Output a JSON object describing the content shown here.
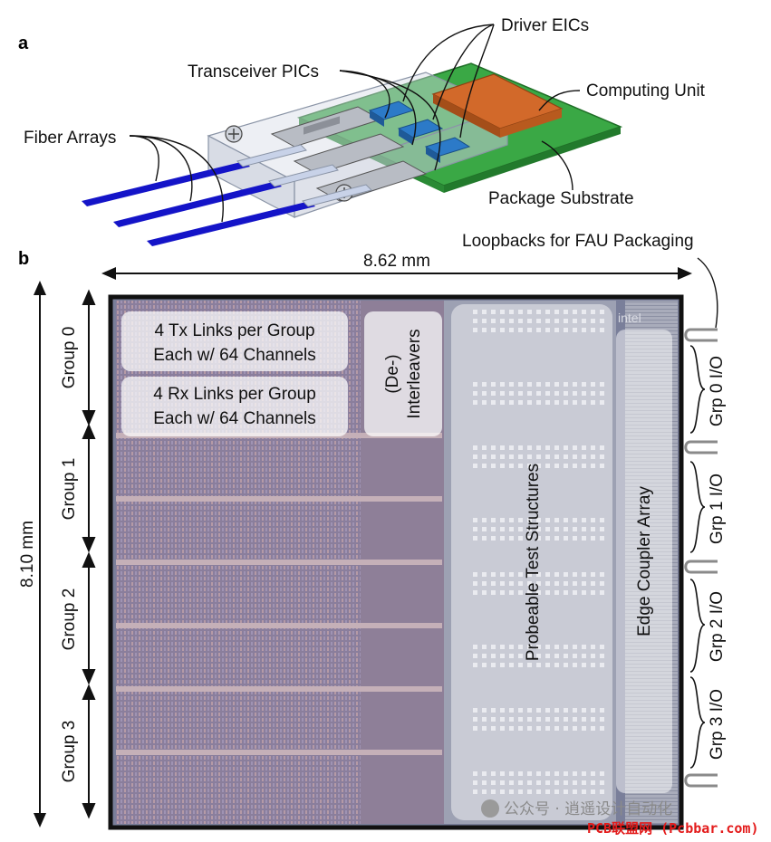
{
  "panels": {
    "a": "a",
    "b": "b"
  },
  "labels_a": {
    "driver_eics": "Driver EICs",
    "transceiver_pics": "Transceiver PICs",
    "computing_unit": "Computing Unit",
    "fiber_arrays": "Fiber Arrays",
    "package_substrate": "Package Substrate"
  },
  "labels_b": {
    "loopbacks": "Loopbacks for FAU Packaging",
    "width": "8.62 mm",
    "height": "8.10 mm",
    "tx_line1": "4 Tx Links per Group",
    "tx_line2": "Each w/ 64 Channels",
    "rx_line1": "4 Rx Links per Group",
    "rx_line2": "Each w/ 64 Channels",
    "deint_line1": "(De-)",
    "deint_line2": "Interleavers",
    "probeable": "Probeable Test Structures",
    "edge_coupler": "Edge Coupler Array",
    "chip_logo": "intel"
  },
  "groups": [
    "Group 0",
    "Group 1",
    "Group 2",
    "Group 3"
  ],
  "group_io": [
    "Grp 0 I/O",
    "Grp 1 I/O",
    "Grp 2 I/O",
    "Grp 3 I/O"
  ],
  "watermark": {
    "line1": "公众号 · 逍遥设计自动化",
    "line2": "PCB联盟网 (Pcbbar.com)"
  },
  "colors": {
    "fiber": "#1414c8",
    "substrate": "#2e9b3a",
    "computing_unit": "#d2692a",
    "driver_eic": "#2c7ac8",
    "chip_bg": "#7a7f9a"
  }
}
